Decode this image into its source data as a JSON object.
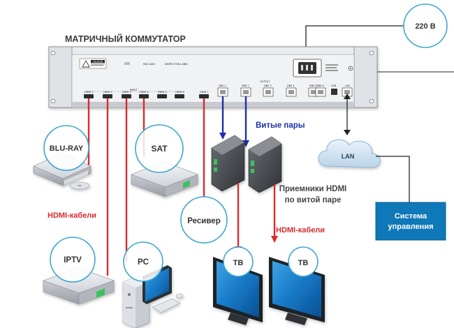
{
  "title": "МАТРИЧНЫЙ КОММУТАТОР",
  "power": {
    "label": "220 В"
  },
  "panel": {
    "caution": "CAUTION",
    "mac_addr": "MAC ADD",
    "inspection": "INSPECTION LABEL",
    "input_label": "INPUT",
    "output_label": "OUTPUT",
    "inputs": [
      "HDMI 1",
      "HDMI 2",
      "HDMI 3",
      "HDMI 4",
      "HDMI 5",
      "HDMI 6"
    ],
    "hdmi_out": "HDMI 1",
    "outputs": [
      "DBS 1",
      "DBS 2",
      "DBS 3",
      "DBS 4",
      "DBS 5",
      "DBS 6"
    ],
    "usb": "USB",
    "lan": "LAN"
  },
  "labels": {
    "twisted_pairs": "Витые пары",
    "receivers": [
      "Приемники HDMI",
      "по витой паре"
    ],
    "hdmi_cables_left": "HDMI-кабели",
    "hdmi_cables_right": "HDMI-кабели",
    "lan": "LAN",
    "control": [
      "Система",
      "управления"
    ]
  },
  "devices": {
    "bluray": "BLU-RAY",
    "sat": "SAT",
    "receiver": "Ресивер",
    "iptv": "IPTV",
    "pc": "PC",
    "tv1": "ТВ",
    "tv2": "ТВ"
  },
  "colors": {
    "hdmi_cable": "#d92b2b",
    "twisted_pair": "#1f2fa8",
    "bubble_border": "#3ea6cf",
    "control_box": "#0e78b8",
    "title": "#3a3a3a"
  }
}
